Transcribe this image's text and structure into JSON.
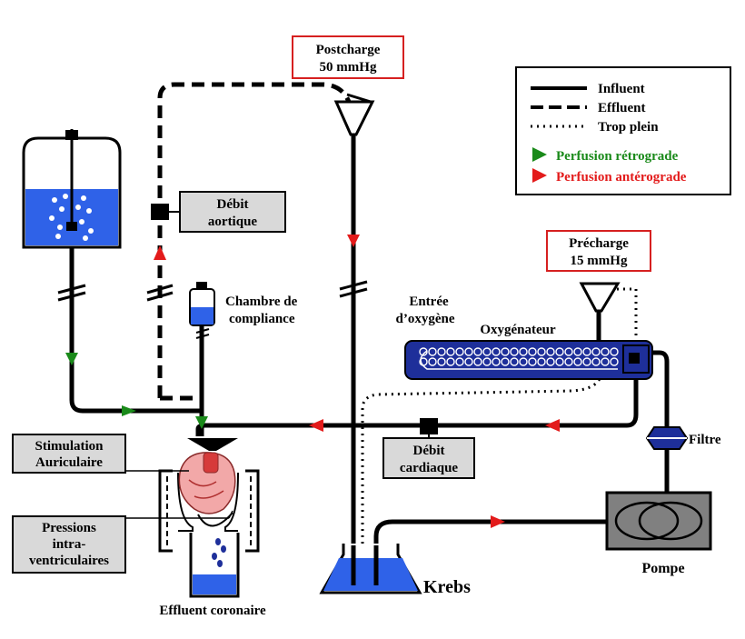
{
  "labels": {
    "postcharge_line1": "Postcharge",
    "postcharge_line2": "50 mmHg",
    "precharge_line1": "Précharge",
    "precharge_line2": "15 mmHg",
    "debit_aortique_line1": "Débit",
    "debit_aortique_line2": "aortique",
    "chambre_line1": "Chambre de",
    "chambre_line2": "compliance",
    "entree_line1": "Entrée",
    "entree_line2": "d’oxygène",
    "oxygenateur": "Oxygénateur",
    "filtre": "Filtre",
    "debit_cardiaque_line1": "Débit",
    "debit_cardiaque_line2": "cardiaque",
    "stimulation_line1": "Stimulation",
    "stimulation_line2": "Auriculaire",
    "pressions_line1": "Pressions",
    "pressions_line2": "intra-",
    "pressions_line3": "ventriculaires",
    "effluent_coronaire": "Effluent coronaire",
    "krebs": "Krebs",
    "pompe": "Pompe"
  },
  "legend": {
    "influent": "Influent",
    "effluent": "Effluent",
    "trop_plein": "Trop plein",
    "retrograde": "Perfusion rétrograde",
    "anterograde": "Perfusion antérograde"
  },
  "colors": {
    "retrograde": "#1a8a1a",
    "anterograde": "#e31b1b",
    "liquid": "#2f62e8",
    "oxygenator": "#1e2f9a",
    "box_gray": "#d9d9d9"
  }
}
